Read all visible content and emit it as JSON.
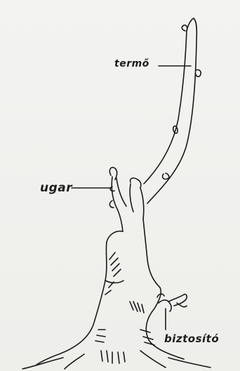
{
  "labels": {
    "termo": "termő",
    "ugar": "ugar",
    "biztosito": "biztosító"
  }
}
